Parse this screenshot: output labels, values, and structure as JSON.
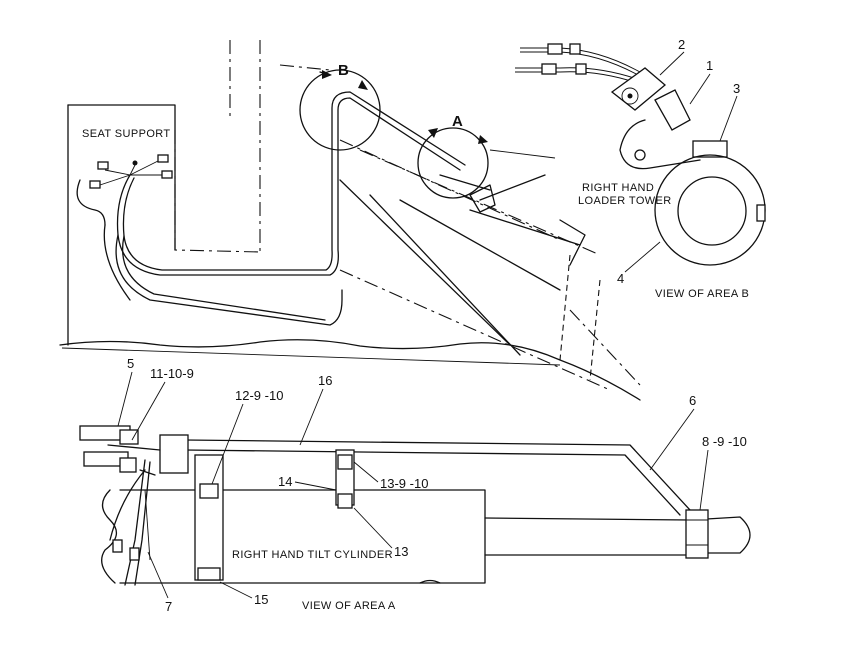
{
  "labels": {
    "seat_support": "SEAT SUPPORT",
    "right_hand_loader_tower_line1": "RIGHT HAND",
    "right_hand_loader_tower_line2": "LOADER TOWER",
    "view_of_area_b": "VIEW OF AREA B",
    "view_of_area_a": "VIEW OF AREA A",
    "right_hand_tilt_cylinder": "RIGHT HAND TILT CYLINDER",
    "detail_a": "A",
    "detail_b": "B"
  },
  "callouts": {
    "c1": "1",
    "c2": "2",
    "c3": "3",
    "c4": "4",
    "c5": "5",
    "c6": "6",
    "c7": "7",
    "c8_9_10": "8 -9 -10",
    "c11_10_9": "11-10-9",
    "c12_9_10": "12-9 -10",
    "c13": "13",
    "c13_9_10": "13-9 -10",
    "c14": "14",
    "c15": "15",
    "c16": "16"
  }
}
